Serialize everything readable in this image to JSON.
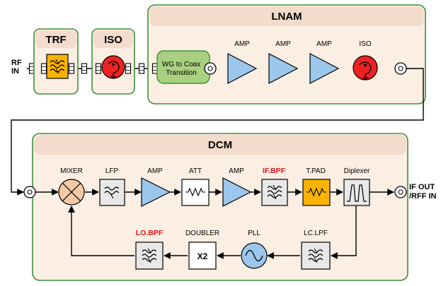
{
  "colors": {
    "module_fill": "#fbeee2",
    "module_stroke": "#3f8f3a",
    "header_fill": "#f3dccb",
    "filter_orange": "#f8b400",
    "iso_red": "#ee2222",
    "amp_blue": "#9cc7ec",
    "mixer_fill": "#f6c9a6",
    "transition_green": "#a8d080",
    "block_gray": "#e8e8e8",
    "red_label": "#e8141b"
  },
  "input": {
    "label_line1": "RF",
    "label_line2": "IN"
  },
  "trf": {
    "title": "TRF"
  },
  "iso_front": {
    "title": "ISO"
  },
  "lnam": {
    "title": "LNAM",
    "transition_line1": "WG to Coax",
    "transition_line2": "Transition",
    "amp1": "AMP",
    "amp2": "AMP",
    "amp3": "AMP",
    "iso": "ISO"
  },
  "dcm": {
    "title": "DCM",
    "mixer": "MIXER",
    "lfp": "LFP",
    "amp1": "AMP",
    "att": "ATT",
    "amp2": "AMP",
    "if_bpf": "IF.BPF",
    "tpad": "T.PAD",
    "diplexer": "Diplexer",
    "lc_lpf": "LC.LPF",
    "pll": "PLL",
    "doubler": "DOUBLER",
    "doubler_text": "X2",
    "lo_bpf": "LO.BPF"
  },
  "output": {
    "label_line1": "IF OUT",
    "label_line2": "/RFF IN"
  }
}
